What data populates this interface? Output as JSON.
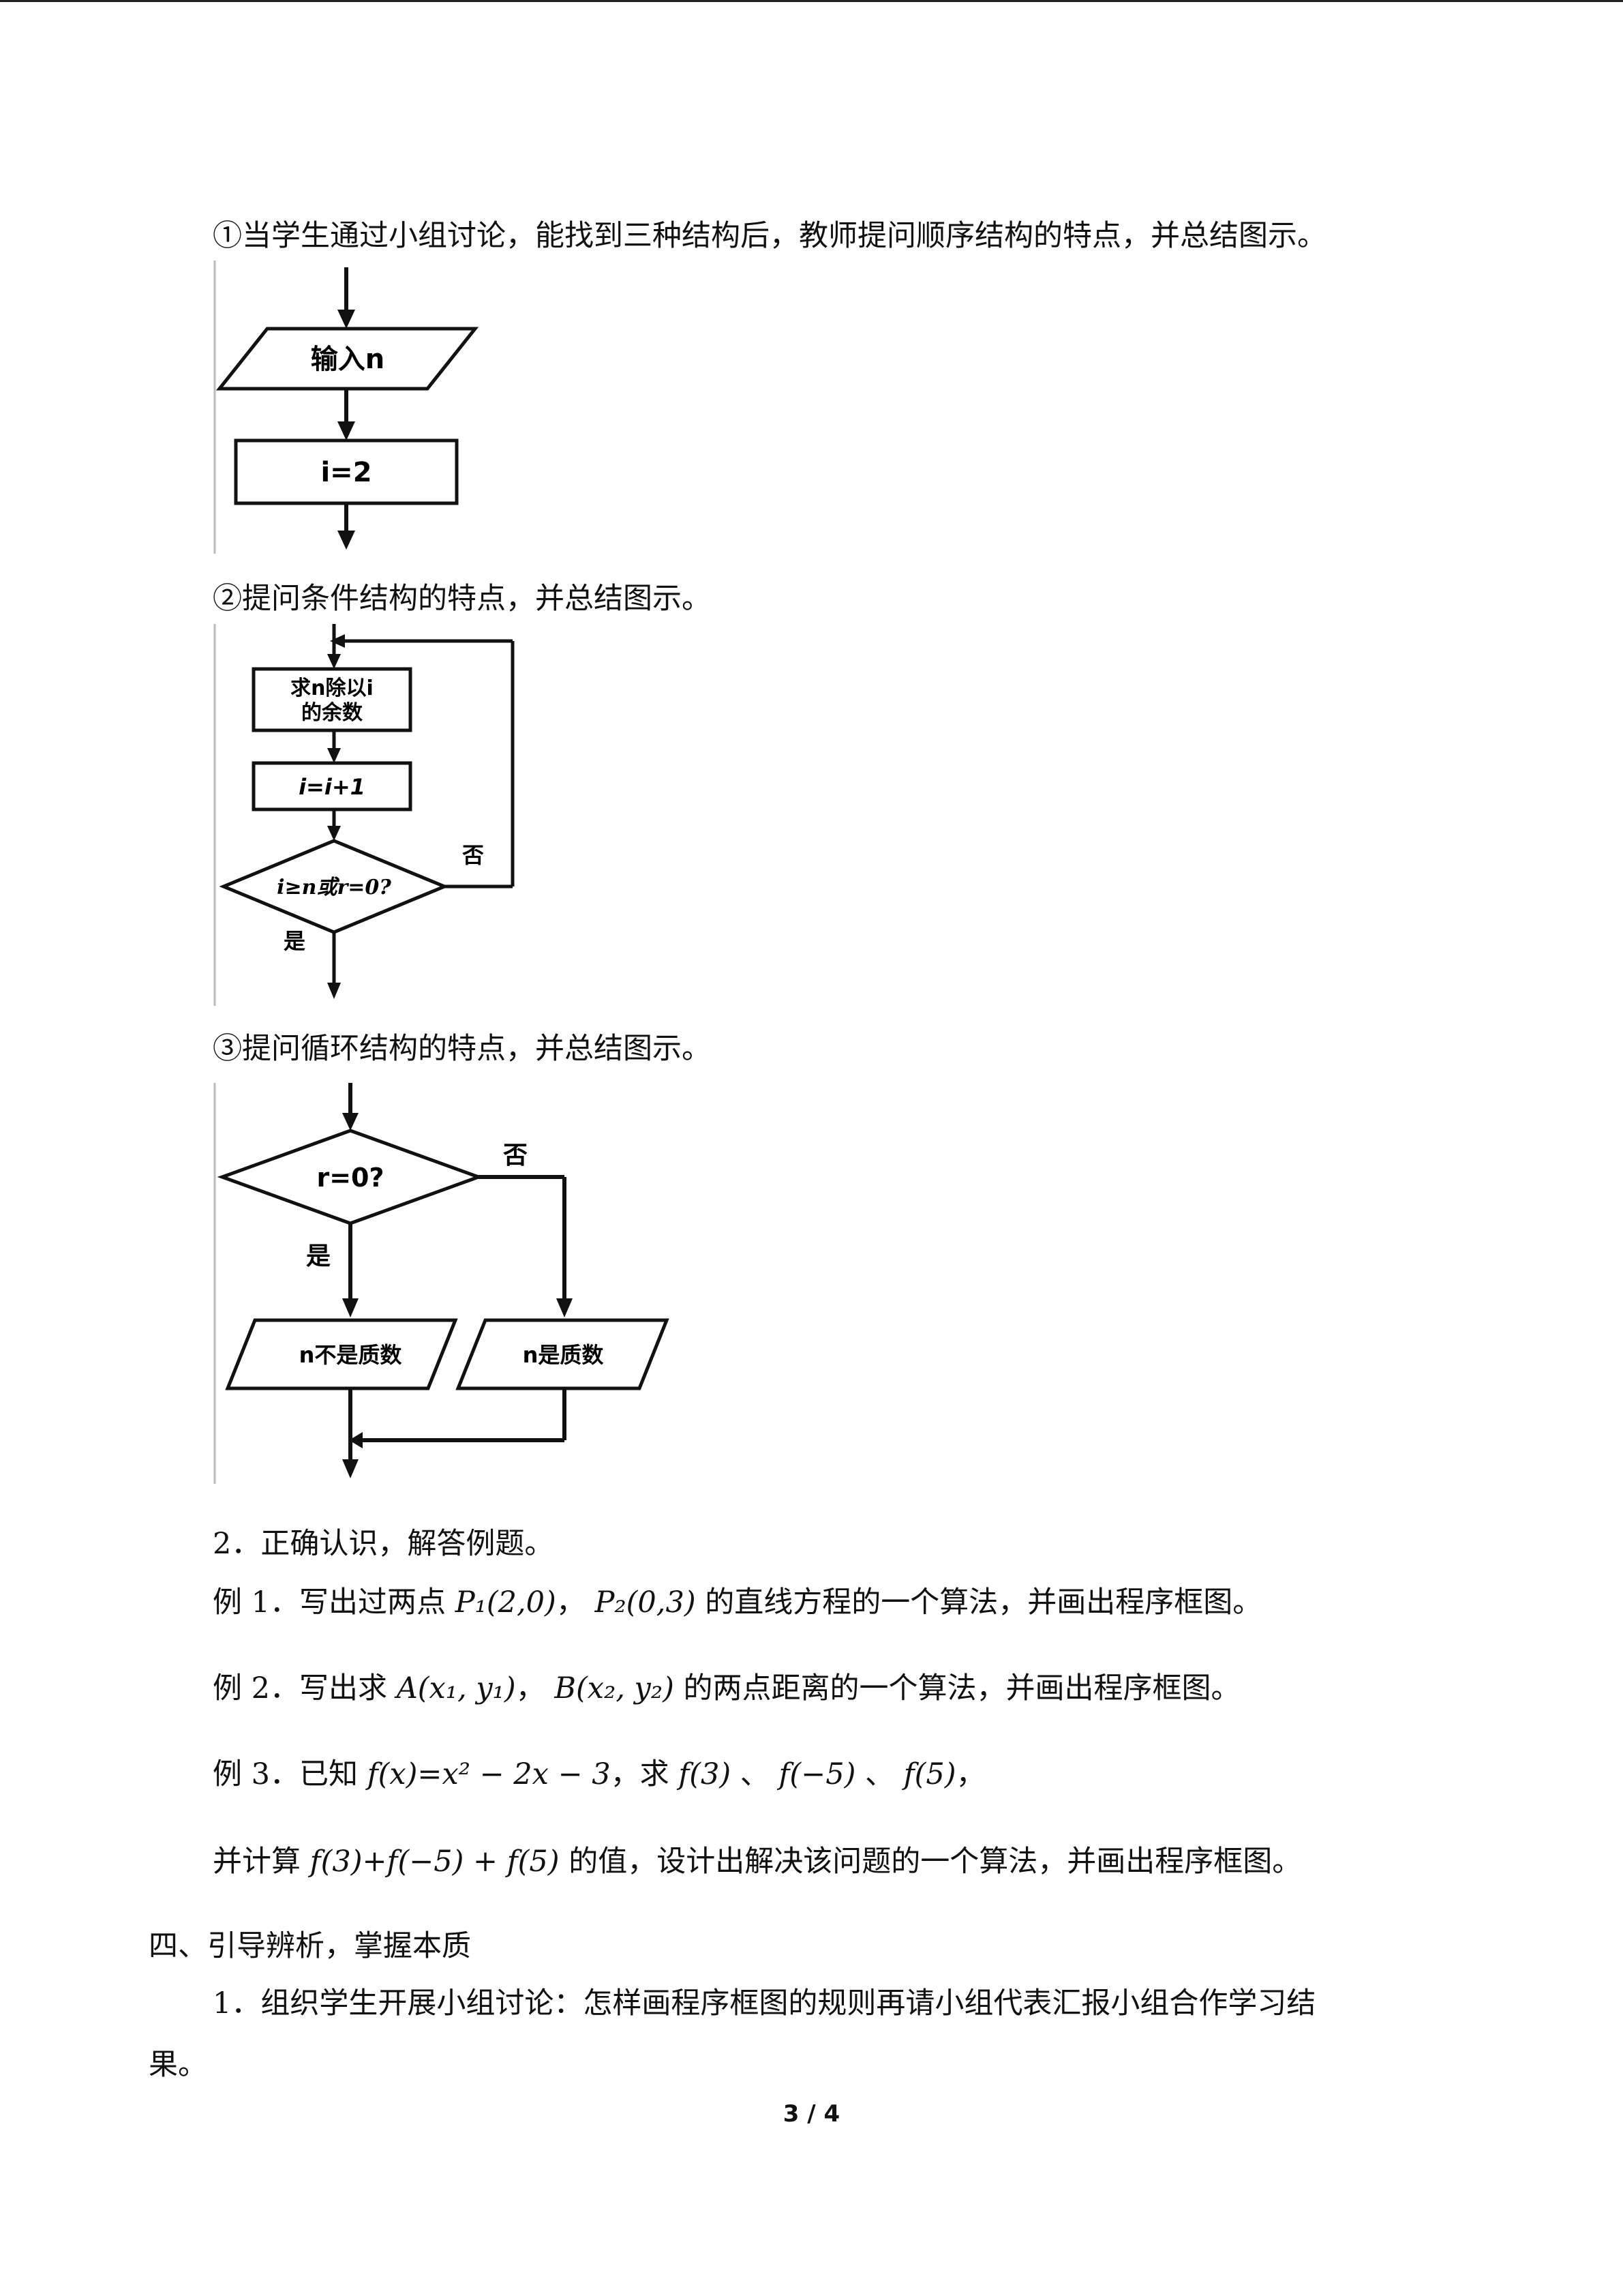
{
  "intro": {
    "seq": "①当学生通过小组讨论，能找到三种结构后，教师提问顺序结构的特点，并总结图示。",
    "cond": "②提问条件结构的特点，并总结图示。",
    "loop": "③提问循环结构的特点，并总结图示。"
  },
  "fig1": {
    "input": "输入n",
    "assign": "i=2"
  },
  "fig2": {
    "box1_line1": "求n除以i",
    "box1_line2": "的余数",
    "box2": "i=i+1",
    "decision": "i≥n或r=0?",
    "no": "否",
    "yes": "是"
  },
  "fig3": {
    "decision": "r=0?",
    "no": "否",
    "yes": "是",
    "left_out": "n不是质数",
    "right_out": "n是质数"
  },
  "section2": {
    "title": "2．正确认识，解答例题。",
    "ex1": {
      "pre": "例 1．写出过两点 ",
      "p1": "P₁(2,0)",
      "mid": "，  ",
      "p2": "P₂(0,3)",
      "post": " 的直线方程的一个算法，并画出程序框图。"
    },
    "ex2": {
      "pre": "例 2．写出求 ",
      "a": "A(x₁, y₁)",
      "mid": "，  ",
      "b": "B(x₂, y₂)",
      "post": " 的两点距离的一个算法，并画出程序框图。"
    },
    "ex3": {
      "pre": "例 3．已知 ",
      "f": "f(x)=x² − 2x − 3",
      "mid1": "，求 ",
      "f3": "f(3)",
      "sep1": " 、 ",
      "f5n": "f(−5)",
      "sep2": " 、 ",
      "f5": "f(5)",
      "post": "，"
    },
    "ex3b": {
      "pre": "并计算 ",
      "sum": "f(3)+f(−5) + f(5)",
      "post": " 的值，设计出解决该问题的一个算法，并画出程序框图。"
    }
  },
  "section4": {
    "title": "四、引导辨析，掌握本质",
    "p1": "1．组织学生开展小组讨论：怎样画程序框图的规则再请小组代表汇报小组合作学习结",
    "p1b": "果。"
  },
  "page": "3 / 4"
}
